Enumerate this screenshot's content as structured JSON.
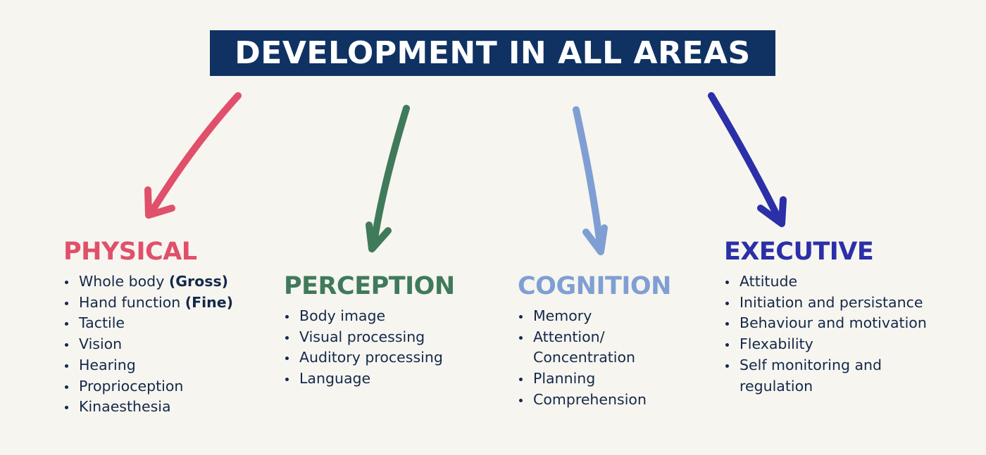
{
  "title": "DEVELOPMENT IN ALL AREAS",
  "colors": {
    "background": "#f7f5ef",
    "title_box": "#0f3263",
    "physical": "#e0506b",
    "perception": "#3f7a5b",
    "cognition": "#7f9fd4",
    "executive": "#2b2fa8",
    "body_text": "#13294b"
  },
  "columns": {
    "physical": {
      "heading": "PHYSICAL",
      "items": [
        {
          "text": "Whole body ",
          "strong": "(Gross)"
        },
        {
          "text": "Hand function ",
          "strong": "(Fine)"
        },
        {
          "text": "Tactile",
          "strong": ""
        },
        {
          "text": "Vision",
          "strong": ""
        },
        {
          "text": "Hearing",
          "strong": ""
        },
        {
          "text": "Proprioception",
          "strong": ""
        },
        {
          "text": "Kinaesthesia",
          "strong": ""
        }
      ]
    },
    "perception": {
      "heading": "PERCEPTION",
      "items": [
        {
          "text": "Body image"
        },
        {
          "text": "Visual processing"
        },
        {
          "text": "Auditory processing"
        },
        {
          "text": "Language"
        }
      ]
    },
    "cognition": {
      "heading": "COGNITION",
      "items": [
        {
          "text": "Memory"
        },
        {
          "text": "Attention/",
          "cont": "Concentration"
        },
        {
          "text": "Planning"
        },
        {
          "text": "Comprehension"
        }
      ]
    },
    "executive": {
      "heading": "EXECUTIVE",
      "items": [
        {
          "text": "Attitude"
        },
        {
          "text": "Initiation and persistance"
        },
        {
          "text": "Behaviour and motivation"
        },
        {
          "text": "Flexability"
        },
        {
          "text": "Self monitoring and",
          "cont": "regulation"
        }
      ]
    }
  }
}
